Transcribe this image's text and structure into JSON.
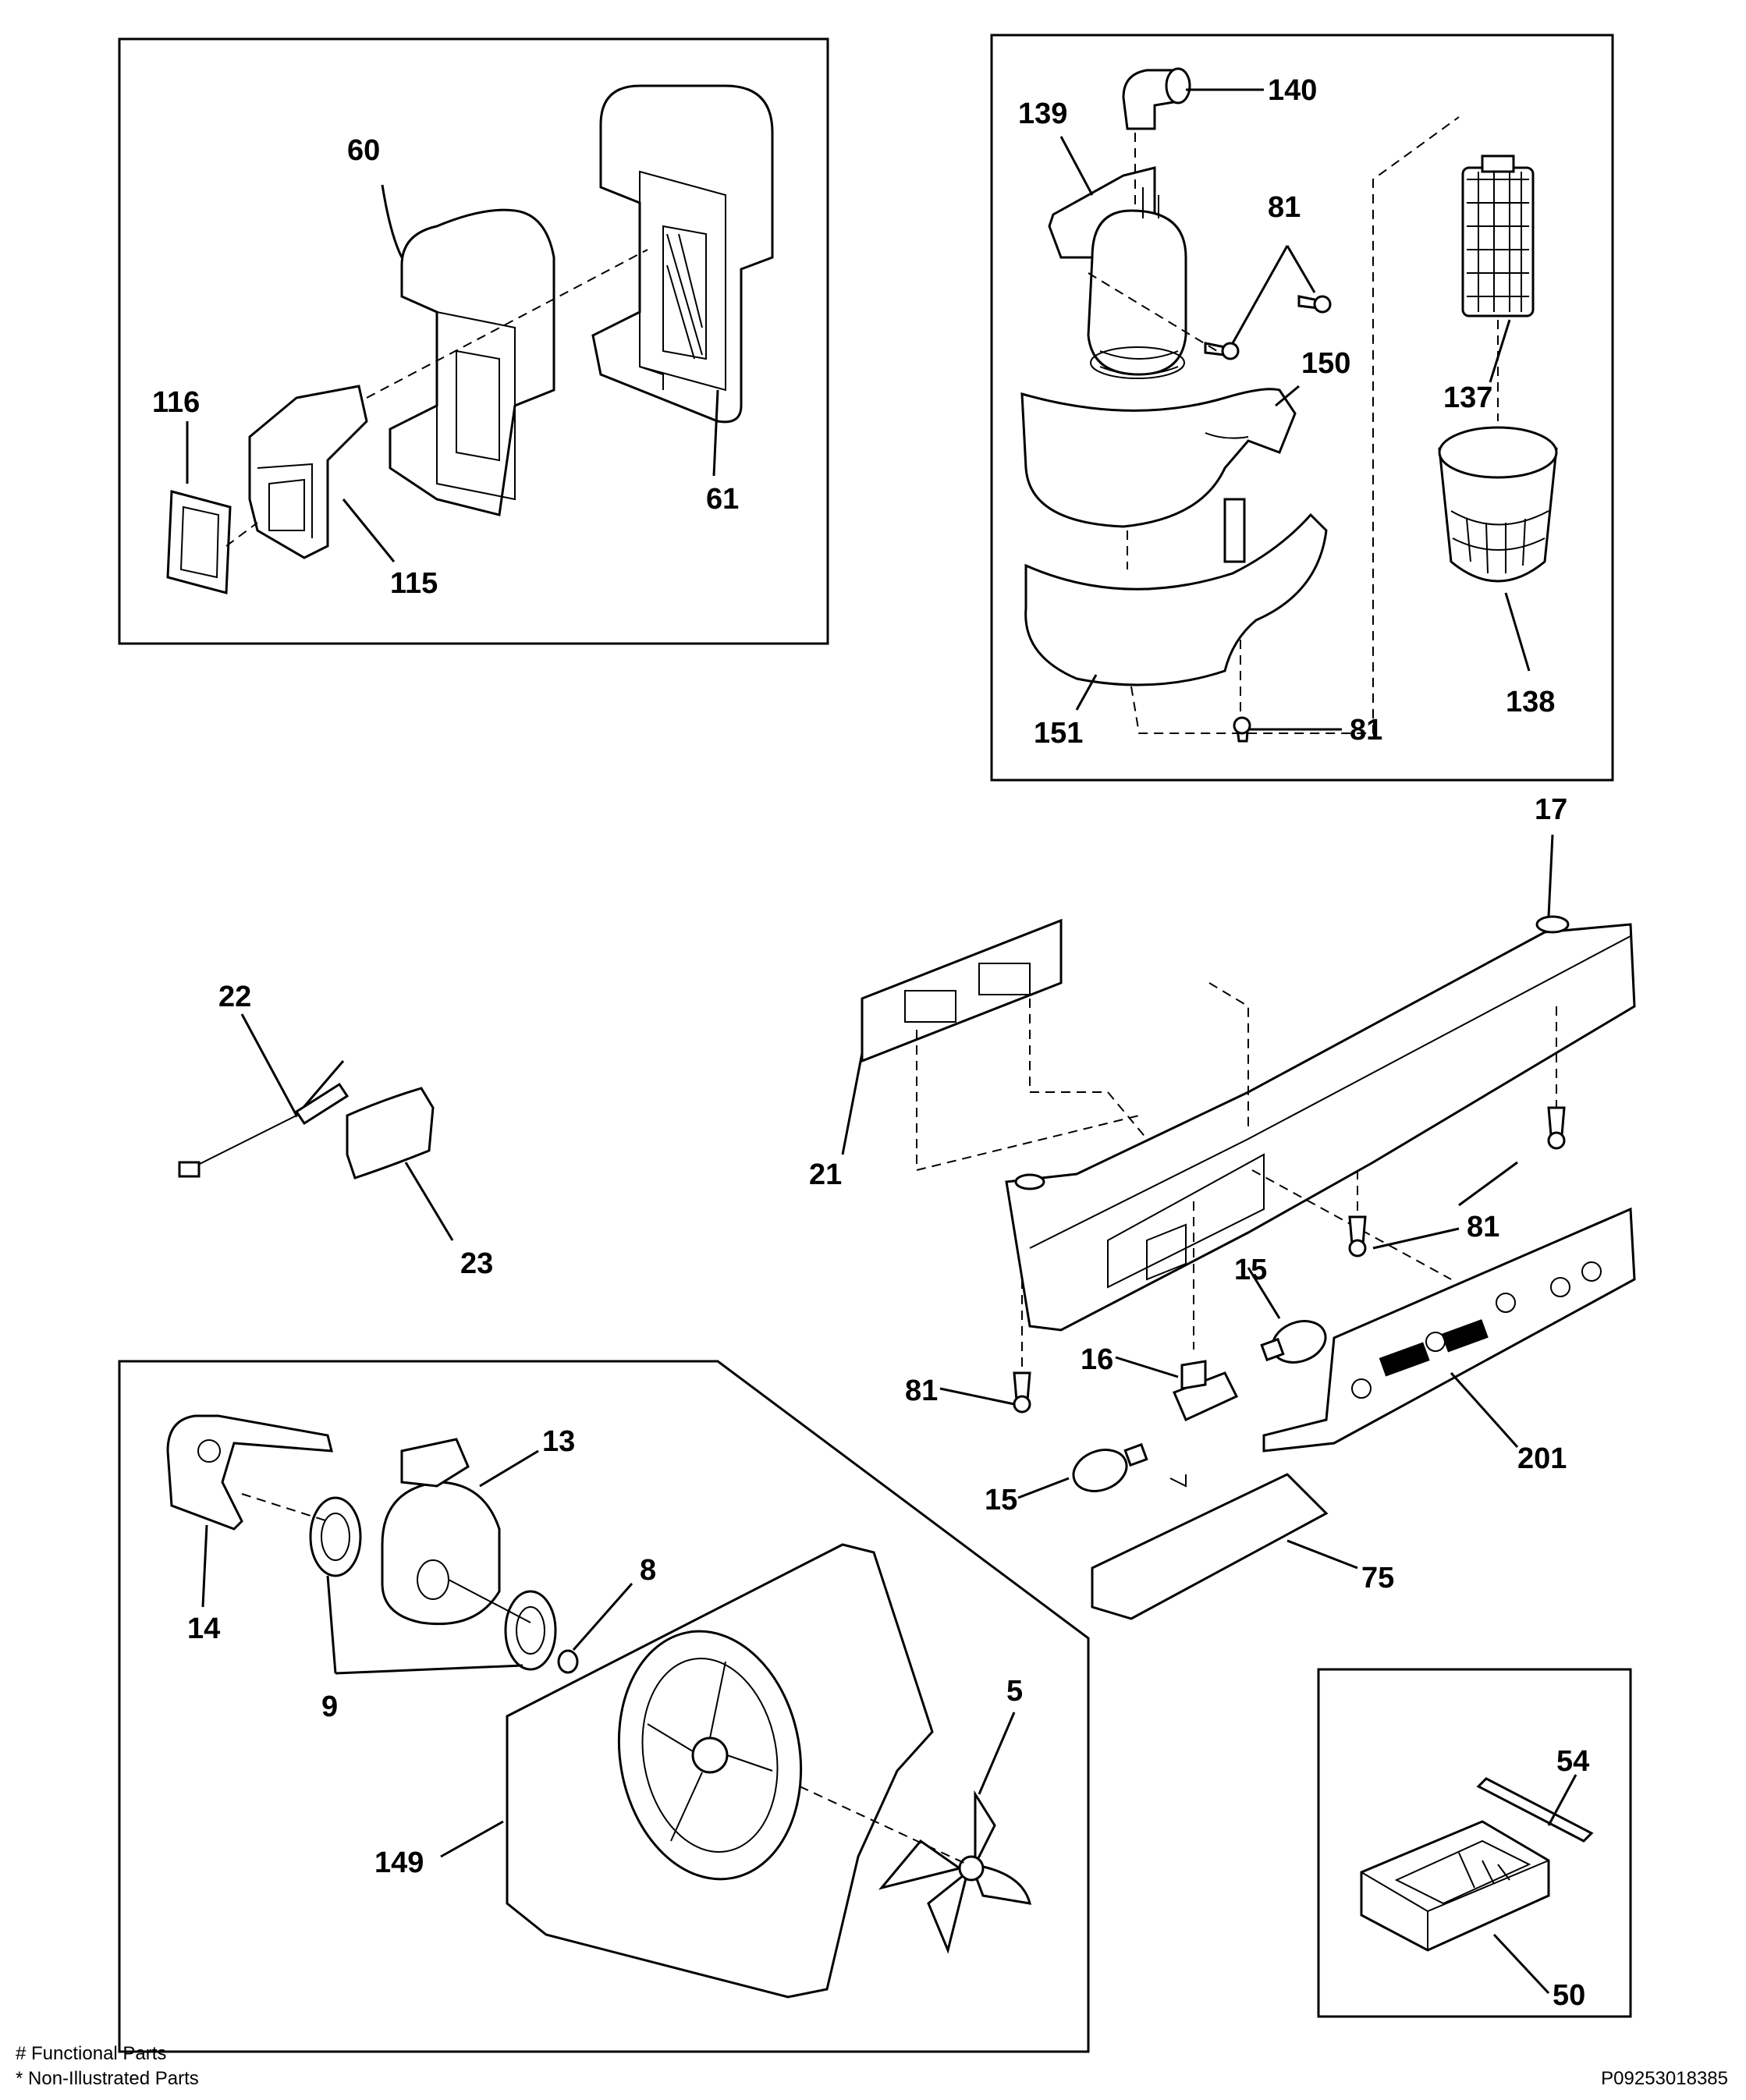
{
  "labels": {
    "p60": "60",
    "p61": "61",
    "p116": "116",
    "p115": "115",
    "p139": "139",
    "p140": "140",
    "p81a": "81",
    "p150": "150",
    "p137": "137",
    "p138": "138",
    "p151": "151",
    "p81b": "81",
    "p17": "17",
    "p22": "22",
    "p21": "21",
    "p23": "23",
    "p81c": "81",
    "p15a": "15",
    "p16": "16",
    "p81d": "81",
    "p201": "201",
    "p15b": "15",
    "p75": "75",
    "p13": "13",
    "p14": "14",
    "p8": "8",
    "p9": "9",
    "p5": "5",
    "p149": "149",
    "p54": "54",
    "p50": "50"
  },
  "legend": {
    "functional": "# Functional Parts",
    "non_illustrated": "* Non-Illustrated Parts"
  },
  "drawing_code": "P09253018385"
}
